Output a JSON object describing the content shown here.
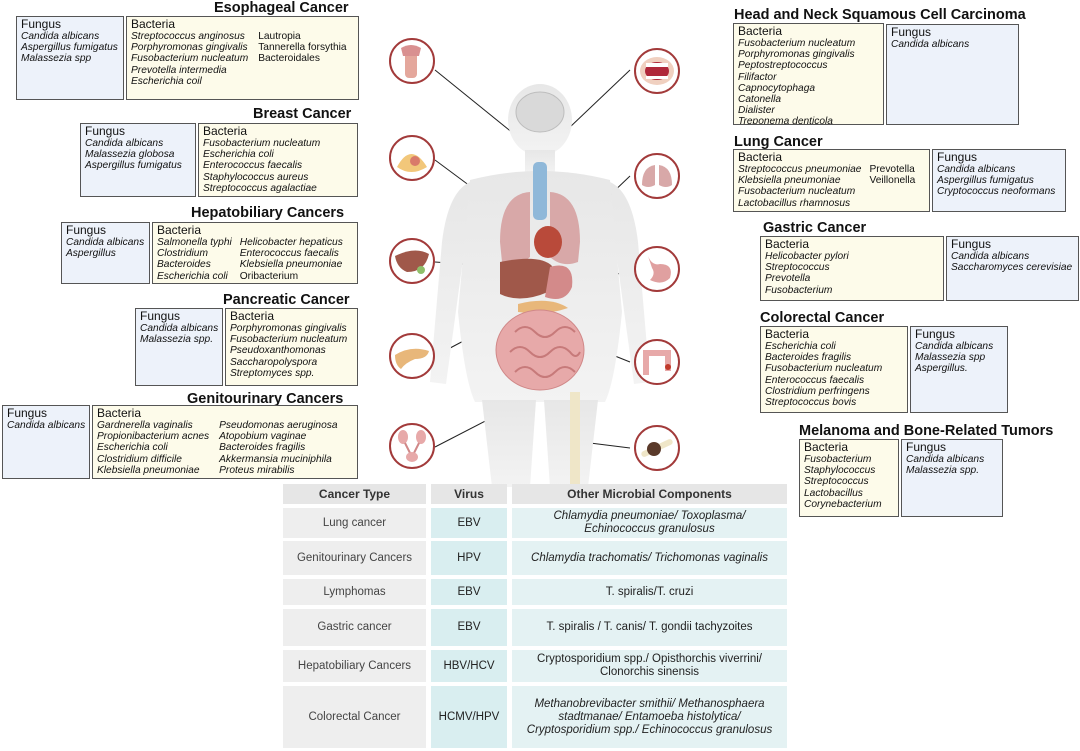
{
  "sections": {
    "esophageal": {
      "title": "Esophageal Cancer",
      "fungus_header": "Fungus",
      "fungus": [
        "Candida albicans",
        "Aspergillus fumigatus",
        "Malassezia spp"
      ],
      "bacteria_header": "Bacteria",
      "bacteria_col1": [
        "Streptococcus anginosus",
        "Porphyromonas gingivalis",
        "Fusobacterium nucleatum",
        "Prevotella intermedia",
        "Escherichia coil"
      ],
      "bacteria_col2": [
        "Lautropia",
        "Tannerella forsythia",
        "Bacteroidales"
      ]
    },
    "breast": {
      "title": "Breast Cancer",
      "fungus_header": "Fungus",
      "fungus": [
        "Candida albicans",
        "Malassezia globosa",
        "Aspergillus fumigatus"
      ],
      "bacteria_header": "Bacteria",
      "bacteria": [
        "Fusobacterium nucleatum",
        "Escherichia coli",
        "Enterococcus faecalis",
        "Staphylococcus aureus",
        "Streptococcus agalactiae"
      ]
    },
    "hepatobiliary": {
      "title": "Hepatobiliary Cancers",
      "fungus_header": "Fungus",
      "fungus": [
        "Candida albicans",
        "Aspergillus"
      ],
      "bacteria_header": "Bacteria",
      "bacteria_col1": [
        "Salmonella typhi",
        "Clostridium",
        "Bacteroides",
        "Escherichia coli"
      ],
      "bacteria_col2": [
        "Helicobacter hepaticus",
        "Enterococcus faecalis",
        "Klebsiella pneumoniae",
        "Oribacterium"
      ]
    },
    "pancreatic": {
      "title": "Pancreatic Cancer",
      "fungus_header": "Fungus",
      "fungus": [
        "Candida albicans",
        "Malassezia spp."
      ],
      "bacteria_header": "Bacteria",
      "bacteria": [
        "Porphyromonas gingivalis",
        "Fusobacterium nucleatum",
        "Pseudoxanthomonas",
        "Saccharopolyspora",
        "Streptomyces spp."
      ]
    },
    "genitourinary": {
      "title": "Genitourinary Cancers",
      "fungus_header": "Fungus",
      "fungus": [
        "Candida albicans"
      ],
      "bacteria_header": "Bacteria",
      "bacteria_col1": [
        "Gardnerella vaginalis",
        "Propionibacterium acnes",
        "Escherichia coli",
        "Clostridium difficile",
        "Klebsiella pneumoniae"
      ],
      "bacteria_col2": [
        "Pseudomonas aeruginosa",
        "Atopobium vaginae",
        "Bacteroides fragilis",
        "Akkermansia muciniphila",
        "Proteus mirabilis"
      ]
    },
    "head_neck": {
      "title": "Head and Neck Squamous Cell Carcinoma",
      "bacteria_header": "Bacteria",
      "bacteria": [
        "Fusobacterium nucleatum",
        "Porphyromonas gingivalis",
        "Peptostreptococcus",
        "Filifactor",
        "Capnocytophaga",
        "Catonella",
        "Dialister",
        "Treponema denticola"
      ],
      "fungus_header": "Fungus",
      "fungus": [
        "Candida albicans"
      ]
    },
    "lung": {
      "title": "Lung Cancer",
      "bacteria_header": "Bacteria",
      "bacteria_col1": [
        "Streptococcus pneumoniae",
        "Klebsiella pneumoniae",
        "Fusobacterium nucleatum",
        "Lactobacillus rhamnosus"
      ],
      "bacteria_col2": [
        "Prevotella",
        "Veillonella"
      ],
      "fungus_header": "Fungus",
      "fungus": [
        "Candida albicans",
        "Aspergillus fumigatus",
        "Cryptococcus neoformans"
      ]
    },
    "gastric": {
      "title": "Gastric Cancer",
      "bacteria_header": "Bacteria",
      "bacteria": [
        "Helicobacter pylori",
        "Streptococcus",
        "Prevotella",
        "Fusobacterium"
      ],
      "fungus_header": "Fungus",
      "fungus": [
        "Candida albicans",
        "Saccharomyces cerevisiae"
      ]
    },
    "colorectal": {
      "title": "Colorectal Cancer",
      "bacteria_header": "Bacteria",
      "bacteria": [
        "Escherichia coli",
        "Bacteroides fragilis",
        "Fusobacterium nucleatum",
        "Enterococcus faecalis",
        "Clostridium perfringens",
        "Streptococcus bovis"
      ],
      "fungus_header": "Fungus",
      "fungus": [
        "Candida albicans",
        "Malassezia spp",
        "Aspergillus."
      ]
    },
    "melanoma": {
      "title": "Melanoma and Bone-Related Tumors",
      "bacteria_header": "Bacteria",
      "bacteria": [
        "Fusobacterium",
        "Staphylococcus",
        "Streptococcus",
        "Lactobacillus",
        "Corynebacterium"
      ],
      "fungus_header": "Fungus",
      "fungus": [
        "Candida albicans",
        "Malassezia spp."
      ]
    }
  },
  "table": {
    "headers": [
      "Cancer Type",
      "Virus",
      "Other Microbial Components"
    ],
    "rows": [
      {
        "type": "Lung cancer",
        "virus": "EBV",
        "other": "Chlamydia pneumoniae/ Toxoplasma/ Echinococcus granulosus"
      },
      {
        "type": "Genitourinary Cancers",
        "virus": "HPV",
        "other": "Chlamydia trachomatis/ Trichomonas vaginalis"
      },
      {
        "type": "Lymphomas",
        "virus": "EBV",
        "other": "T. spiralis/T. cruzi"
      },
      {
        "type": "Gastric cancer",
        "virus": "EBV",
        "other": "T. spiralis / T. canis/ T. gondii tachyzoites"
      },
      {
        "type": "Hepatobiliary Cancers",
        "virus": "HBV/HCV",
        "other": "Cryptosporidium spp./ Opisthorchis viverrini/ Clonorchis sinensis"
      },
      {
        "type": "Colorectal Cancer",
        "virus": "HCMV/HPV",
        "other": "Methanobrevibacter smithii/ Methanosphaera stadtmanae/ Entamoeba histolytica/ Cryptosporidium spp./ Echinococcus granulosus"
      }
    ]
  },
  "colors": {
    "bacteria_box": "#fdfbea",
    "fungus_box": "#edf2fa",
    "circle_border": "#a23a3a",
    "table_header": "#e6e6e6",
    "table_virus": "#d9eef0",
    "table_other": "#e4f2f3"
  }
}
